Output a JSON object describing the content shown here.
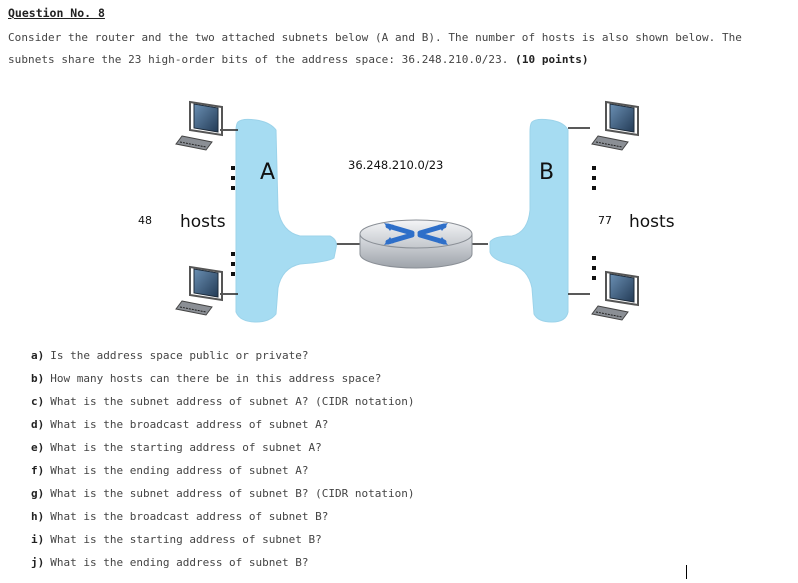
{
  "header": {
    "title": "Question No. 8",
    "intro_text": "Consider the router and the two attached subnets below (A and B). The number of hosts is also shown below. The subnets share the 23 high-order bits of the address space: 36.248.210.0/23.",
    "points": "(10 points)"
  },
  "diagram": {
    "subnet_a_label": "A",
    "subnet_b_label": "B",
    "address_space": "36.248.210.0/23",
    "subnet_a_host_count": "48",
    "subnet_b_host_count": "77",
    "hosts_word": "hosts",
    "colors": {
      "subnet_fill": "#a6dcf2",
      "router_body": "#c9cdd3",
      "router_arrows": "#2e6fc9"
    }
  },
  "questions": [
    {
      "label": "a)",
      "text": "Is the address space public or private?"
    },
    {
      "label": "b)",
      "text": "How many hosts can there be in this address space?"
    },
    {
      "label": "c)",
      "text": "What is the subnet address of subnet A? (CIDR notation)"
    },
    {
      "label": "d)",
      "text": "What is the broadcast address of subnet A?"
    },
    {
      "label": "e)",
      "text": "What is the starting address of subnet A?"
    },
    {
      "label": "f)",
      "text": "What is the ending address of subnet A?"
    },
    {
      "label": "g)",
      "text": "What is the subnet address of subnet B? (CIDR notation)"
    },
    {
      "label": "h)",
      "text": "What is the broadcast address of subnet B?"
    },
    {
      "label": "i)",
      "text": "What is the starting address of subnet B?"
    },
    {
      "label": "j)",
      "text": "What is the ending address of subnet B?"
    }
  ]
}
